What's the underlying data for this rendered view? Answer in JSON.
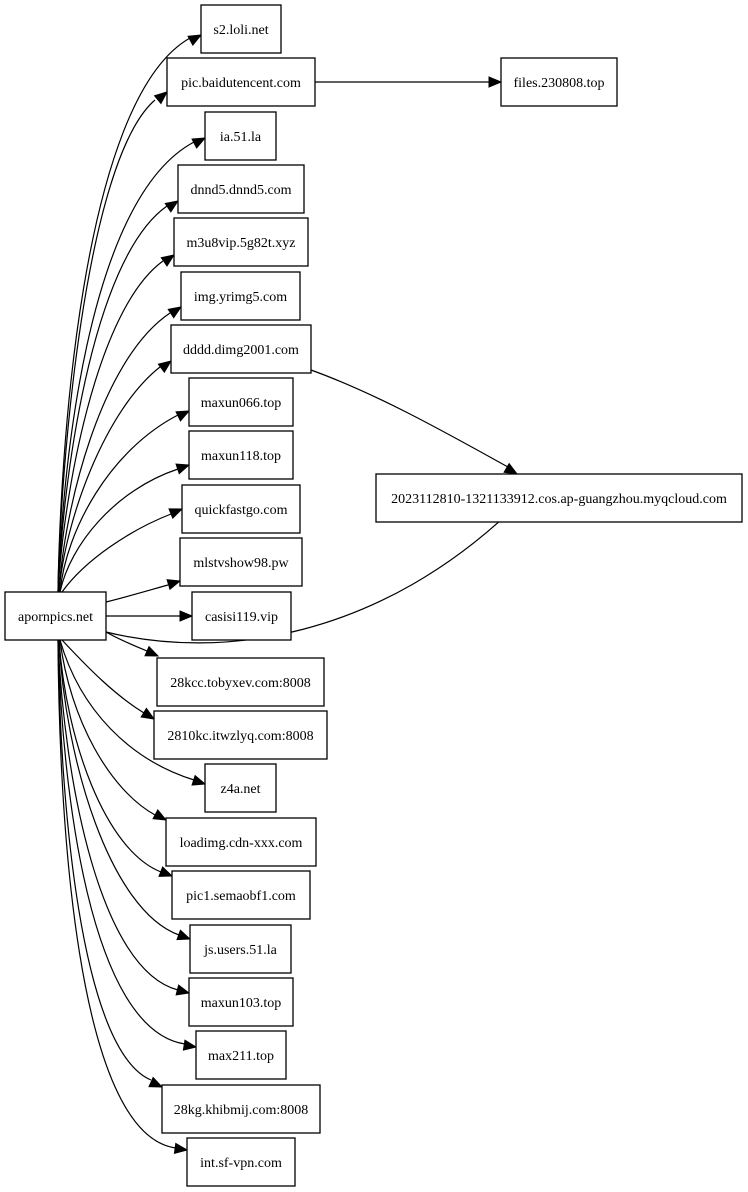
{
  "graph": {
    "nodes": [
      {
        "id": "apornpics",
        "label": "apornpics.net"
      },
      {
        "id": "s2loli",
        "label": "s2.loli.net"
      },
      {
        "id": "picbaidu",
        "label": "pic.baidutencent.com"
      },
      {
        "id": "files230808",
        "label": "files.230808.top"
      },
      {
        "id": "ia51",
        "label": "ia.51.la"
      },
      {
        "id": "dnnd5",
        "label": "dnnd5.dnnd5.com"
      },
      {
        "id": "m3u8vip",
        "label": "m3u8vip.5g82t.xyz"
      },
      {
        "id": "imgyrimg5",
        "label": "img.yrimg5.com"
      },
      {
        "id": "ddddimg",
        "label": "dddd.dimg2001.com"
      },
      {
        "id": "maxun066",
        "label": "maxun066.top"
      },
      {
        "id": "maxun118",
        "label": "maxun118.top"
      },
      {
        "id": "quickfastgo",
        "label": "quickfastgo.com"
      },
      {
        "id": "mlstvshow98",
        "label": "mlstvshow98.pw"
      },
      {
        "id": "casisi119",
        "label": "casisi119.vip"
      },
      {
        "id": "cos",
        "label": "2023112810-1321133912.cos.ap-guangzhou.myqcloud.com"
      },
      {
        "id": "tobyxev",
        "label": "28kcc.tobyxev.com:8008"
      },
      {
        "id": "itwzlyq",
        "label": "2810kc.itwzlyq.com:8008"
      },
      {
        "id": "z4a",
        "label": "z4a.net"
      },
      {
        "id": "loadimg",
        "label": "loadimg.cdn-xxx.com"
      },
      {
        "id": "pic1semaobf1",
        "label": "pic1.semaobf1.com"
      },
      {
        "id": "jsusers51",
        "label": "js.users.51.la"
      },
      {
        "id": "maxun103",
        "label": "maxun103.top"
      },
      {
        "id": "max211",
        "label": "max211.top"
      },
      {
        "id": "khibmij",
        "label": "28kg.khibmij.com:8008"
      },
      {
        "id": "intsfvpn",
        "label": "int.sf-vpn.com"
      }
    ],
    "edges": [
      {
        "from": "apornpics",
        "to": "s2loli"
      },
      {
        "from": "apornpics",
        "to": "picbaidu"
      },
      {
        "from": "picbaidu",
        "to": "files230808"
      },
      {
        "from": "apornpics",
        "to": "ia51"
      },
      {
        "from": "apornpics",
        "to": "dnnd5"
      },
      {
        "from": "apornpics",
        "to": "m3u8vip"
      },
      {
        "from": "apornpics",
        "to": "imgyrimg5"
      },
      {
        "from": "apornpics",
        "to": "ddddimg"
      },
      {
        "from": "ddddimg",
        "to": "cos"
      },
      {
        "from": "apornpics",
        "to": "maxun066"
      },
      {
        "from": "apornpics",
        "to": "maxun118"
      },
      {
        "from": "apornpics",
        "to": "quickfastgo"
      },
      {
        "from": "apornpics",
        "to": "mlstvshow98"
      },
      {
        "from": "apornpics",
        "to": "casisi119"
      },
      {
        "from": "apornpics",
        "to": "cos"
      },
      {
        "from": "apornpics",
        "to": "tobyxev"
      },
      {
        "from": "apornpics",
        "to": "itwzlyq"
      },
      {
        "from": "apornpics",
        "to": "z4a"
      },
      {
        "from": "apornpics",
        "to": "loadimg"
      },
      {
        "from": "apornpics",
        "to": "pic1semaobf1"
      },
      {
        "from": "apornpics",
        "to": "jsusers51"
      },
      {
        "from": "apornpics",
        "to": "maxun103"
      },
      {
        "from": "apornpics",
        "to": "max211"
      },
      {
        "from": "apornpics",
        "to": "khibmij"
      },
      {
        "from": "apornpics",
        "to": "intsfvpn"
      }
    ]
  }
}
